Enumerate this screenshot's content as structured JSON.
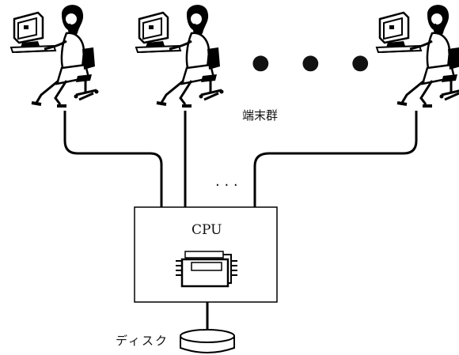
{
  "labels": {
    "terminal_group": "端末群",
    "cpu": "CPU",
    "disk": "ディスク",
    "terminal_ellipsis": "● ● ●",
    "line_ellipsis": "· · ·"
  },
  "terminals": [
    {
      "id": "terminal-1"
    },
    {
      "id": "terminal-2"
    },
    {
      "id": "terminal-last"
    }
  ]
}
